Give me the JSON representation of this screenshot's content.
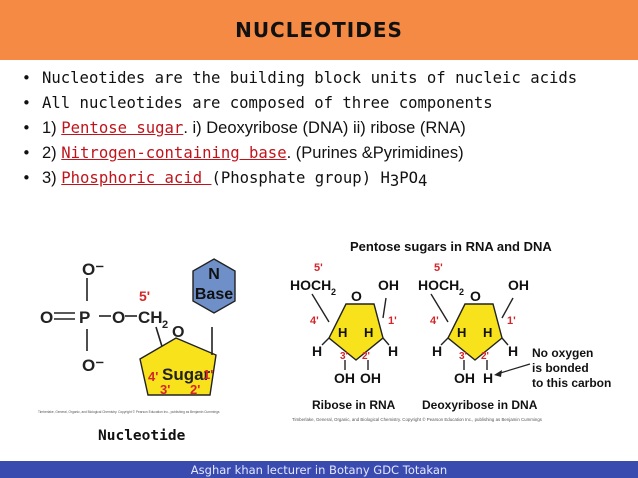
{
  "header": {
    "title": "NUCLEOTIDES"
  },
  "bullets": {
    "b1": "Nucleotides are the building block units of nucleic acids",
    "b2": "All nucleotides are composed of three components",
    "b3": {
      "num": "1) ",
      "link": "Pentose sugar",
      "rest": ". i) Deoxyribose (DNA) ii) ribose (RNA)"
    },
    "b4": {
      "num": "2) ",
      "link": "Nitrogen-containing base",
      "rest": ". (Purines &Pyrimidines)"
    },
    "b5": {
      "num": "3) ",
      "link": "Phosphoric acid ",
      "rest": "(Phosphate group) H",
      "sub1": "3",
      "mid": "PO",
      "sub2": "4"
    }
  },
  "nucleotide_figure": {
    "o_top": "O⁻",
    "o_left": "O",
    "p": "P",
    "o_bridge": "O",
    "ch2": "CH",
    "ch2_sub": "2",
    "five_prime": "5'",
    "ring_o": "O",
    "o_bottom": "O⁻",
    "base_n": "N",
    "base_word": "Base",
    "sugar": "Sugar",
    "four_prime": "4'",
    "one_prime": "1'",
    "three_prime": "3'",
    "two_prime": "2'",
    "credit": "Timberlake, General, Organic, and Biological Chemistry. Copyright © Pearson Education Inc., publishing as Benjamin Cummings",
    "caption": "Nucleotide"
  },
  "pentose_figure": {
    "title": "Pentose sugars in RNA and DNA",
    "ribose": {
      "five_prime": "5'",
      "hoch": "HOCH",
      "hoch_sub": "2",
      "oh_right": "OH",
      "ring_o": "O",
      "four_prime": "4'",
      "one_prime": "1'",
      "h_in_left": "H",
      "h_in_right": "H",
      "h_out_left": "H",
      "h_out_right": "H",
      "three_prime": "3'",
      "two_prime": "2'",
      "oh_bottom_left": "OH",
      "oh_bottom_right": "OH",
      "label": "Ribose in RNA"
    },
    "deoxyribose": {
      "five_prime": "5'",
      "hoch": "HOCH",
      "hoch_sub": "2",
      "oh_right": "OH",
      "ring_o": "O",
      "four_prime": "4'",
      "one_prime": "1'",
      "h_in_left": "H",
      "h_in_right": "H",
      "h_out_left": "H",
      "h_out_right": "H",
      "three_prime": "3'",
      "two_prime": "2'",
      "oh_bottom_left": "OH",
      "h_bottom_right": "H",
      "label": "Deoxyribose in DNA"
    },
    "note_line1": "No oxygen",
    "note_line2": "is bonded",
    "note_line3": "to this carbon",
    "credit": "Timberlake, General, Organic, and Biological Chemistry. Copyright © Pearson Education Inc., publishing as Benjamin Cummings"
  },
  "footer": {
    "text": "Asghar khan lecturer in Botany GDC Totakan"
  },
  "colors": {
    "header_bg": "#f58a45",
    "footer_bg": "#3a4bb0",
    "link_red": "#c0141c",
    "sugar_yellow": "#f7e21c",
    "base_blue": "#6e8fc8",
    "ring_red": "#d4262a"
  }
}
